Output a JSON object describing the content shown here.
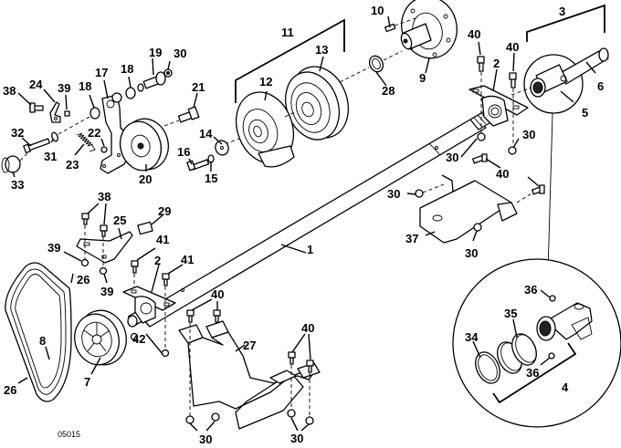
{
  "figure_id": "05015",
  "callouts": {
    "c1": "1",
    "c2a": "2",
    "c2b": "2",
    "c3": "3",
    "c4": "4",
    "c5": "5",
    "c6": "6",
    "c7": "7",
    "c8": "8",
    "c9": "9",
    "c10": "10",
    "c11": "11",
    "c12": "12",
    "c13": "13",
    "c14": "14",
    "c15": "15",
    "c16": "16",
    "c17": "17",
    "c18a": "18",
    "c18b": "18",
    "c19": "19",
    "c20": "20",
    "c21": "21",
    "c22": "22",
    "c23": "23",
    "c24": "24",
    "c25": "25",
    "c26a": "26",
    "c26b": "26",
    "c27": "27",
    "c28": "28",
    "c29": "29",
    "c30a": "30",
    "c30b": "30",
    "c30c": "30",
    "c30d": "30",
    "c30e": "30",
    "c30f": "30",
    "c30g": "30",
    "c31": "31",
    "c32": "32",
    "c33": "33",
    "c34": "34",
    "c35": "35",
    "c36a": "36",
    "c36b": "36",
    "c37": "37",
    "c38a": "38",
    "c38b": "38",
    "c39a": "39",
    "c39b": "39",
    "c39c": "39",
    "c40a": "40",
    "c40b": "40",
    "c40c": "40",
    "c40d": "40",
    "c40e": "40",
    "c41a": "41",
    "c41b": "41",
    "c42": "42"
  }
}
